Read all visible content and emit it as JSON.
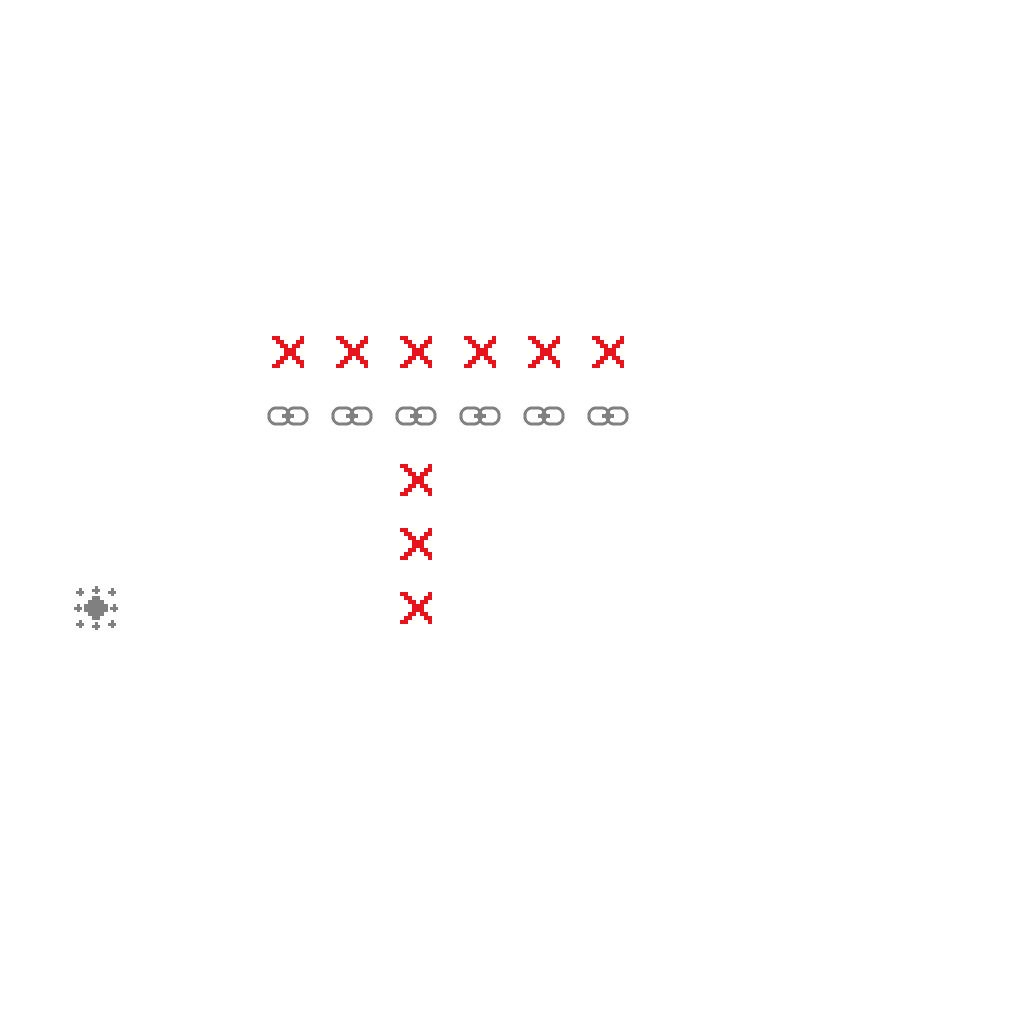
{
  "board": {
    "grid_cols": 16,
    "grid_rows": 16,
    "background": "#ffffff",
    "colors": {
      "x_mark": "#e8141b",
      "chain": "#808080",
      "emblem": "#808080"
    },
    "tiles": [
      {
        "kind": "x-mark",
        "icon": "red-x-mark-icon",
        "col": 4,
        "row": 5
      },
      {
        "kind": "x-mark",
        "icon": "red-x-mark-icon",
        "col": 5,
        "row": 5
      },
      {
        "kind": "x-mark",
        "icon": "red-x-mark-icon",
        "col": 6,
        "row": 5
      },
      {
        "kind": "x-mark",
        "icon": "red-x-mark-icon",
        "col": 7,
        "row": 5
      },
      {
        "kind": "x-mark",
        "icon": "red-x-mark-icon",
        "col": 8,
        "row": 5
      },
      {
        "kind": "x-mark",
        "icon": "red-x-mark-icon",
        "col": 9,
        "row": 5
      },
      {
        "kind": "chain-link",
        "icon": "chain-link-icon",
        "col": 4,
        "row": 6
      },
      {
        "kind": "chain-link",
        "icon": "chain-link-icon",
        "col": 5,
        "row": 6
      },
      {
        "kind": "chain-link",
        "icon": "chain-link-icon",
        "col": 6,
        "row": 6
      },
      {
        "kind": "chain-link",
        "icon": "chain-link-icon",
        "col": 7,
        "row": 6
      },
      {
        "kind": "chain-link",
        "icon": "chain-link-icon",
        "col": 8,
        "row": 6
      },
      {
        "kind": "chain-link",
        "icon": "chain-link-icon",
        "col": 9,
        "row": 6
      },
      {
        "kind": "x-mark",
        "icon": "red-x-mark-icon",
        "col": 6,
        "row": 7
      },
      {
        "kind": "x-mark",
        "icon": "red-x-mark-icon",
        "col": 6,
        "row": 8
      },
      {
        "kind": "x-mark",
        "icon": "red-x-mark-icon",
        "col": 6,
        "row": 9
      },
      {
        "kind": "emblem",
        "icon": "gear-cross-emblem-icon",
        "col": 1,
        "row": 9
      }
    ]
  }
}
